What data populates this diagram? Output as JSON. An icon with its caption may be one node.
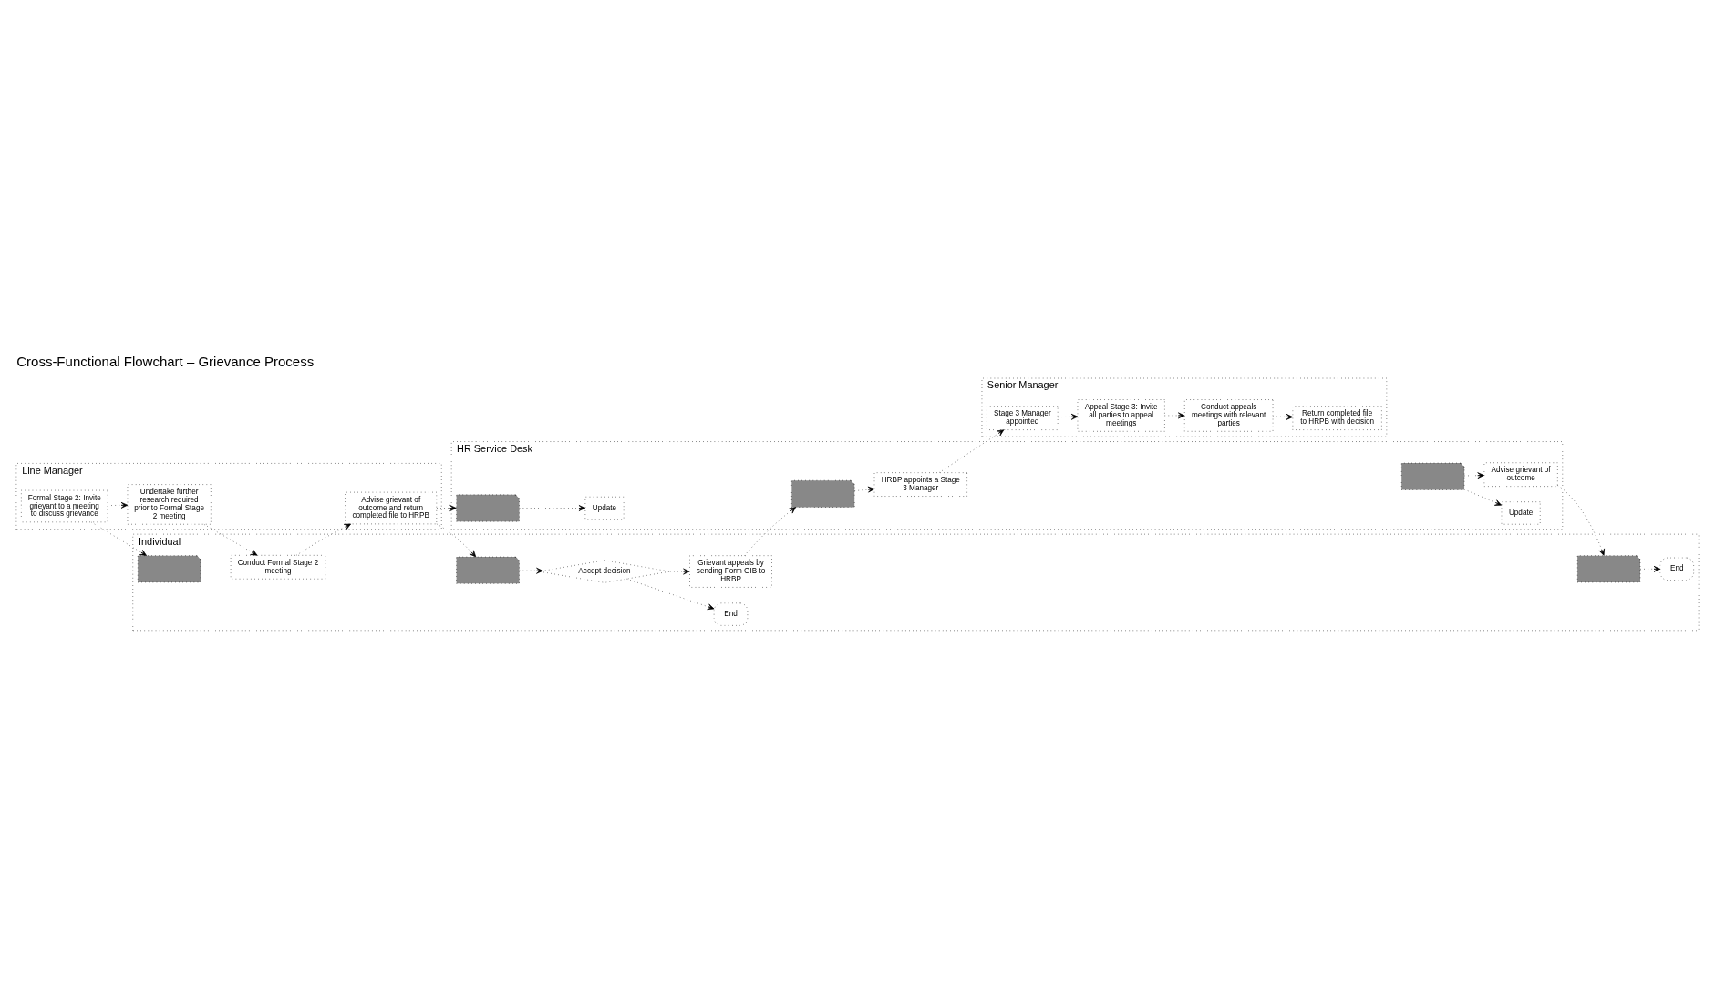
{
  "diagram": {
    "title": "Cross-Functional Flowchart – Grievance Process",
    "nodes": [
      {
        "text": [
          "Individual"
        ]
      },
      {
        "text": [
          "Line Manager"
        ]
      },
      {
        "text": [
          "HR Service Desk"
        ]
      },
      {
        "text": [
          "Senior Manager"
        ]
      },
      {
        "text": [],
        "shape": "document",
        "in": 0
      },
      {
        "text": [],
        "shape": "document",
        "in": 0
      },
      {
        "text": [
          "Accept decision"
        ],
        "in": 0
      },
      {
        "text": [
          "End"
        ],
        "in": 0
      },
      {
        "text": [
          "Grievant appeals by sending Form GIB to HRBP"
        ],
        "in": 0
      },
      {
        "text": [
          "End"
        ],
        "in": 0
      },
      {
        "text": [],
        "shape": "document",
        "in": 0
      },
      {
        "text": [
          "Conduct Formal Stage 2 meeting"
        ],
        "in": 0
      },
      {
        "text": [
          "Formal Stage 2: Invite grievant to a meeting to discuss grievance"
        ],
        "in": 1
      },
      {
        "text": [
          "Undertake further research required prior to Formal Stage 2 meeting"
        ],
        "in": 1
      },
      {
        "text": [
          "Advise grievant of outcome and return completed file to HRPB"
        ],
        "in": 1
      },
      {
        "text": [],
        "shape": "document",
        "in": 2
      },
      {
        "text": [
          "Update"
        ],
        "in": 2
      },
      {
        "text": [],
        "shape": "document",
        "in": 2
      },
      {
        "text": [
          "HRBP appoints a Stage 3 Manager"
        ],
        "in": 2
      },
      {
        "text": [
          "Update"
        ],
        "in": 2
      },
      {
        "text": [
          "Advise grievant of outcome"
        ],
        "in": 2
      },
      {
        "text": [],
        "shape": "document",
        "in": 2
      },
      {
        "text": [
          "Stage 3 Manager appointed"
        ],
        "in": 3
      },
      {
        "text": [
          "Appeal Stage 3: Invite all parties to appeal meetings"
        ],
        "in": 3
      },
      {
        "text": [
          "Conduct appeals meetings with relevant parties"
        ],
        "in": 3
      },
      {
        "text": [
          "Return completed file to HRPB with decision"
        ],
        "in": 3
      }
    ],
    "edges": [
      {
        "from": 12,
        "to": 4,
        "arrow": "to"
      },
      {
        "from": 12,
        "to": 13,
        "arrow": "to"
      },
      {
        "from": 13,
        "to": 11,
        "arrow": "to"
      },
      {
        "from": 11,
        "to": 14,
        "arrow": "to"
      },
      {
        "from": 14,
        "to": 5,
        "arrow": "to"
      },
      {
        "from": 14,
        "to": 15,
        "arrow": "to"
      },
      {
        "from": 5,
        "to": 6,
        "arrow": "to"
      },
      {
        "from": 6,
        "to": 7,
        "arrow": "to"
      },
      {
        "from": 6,
        "to": 8,
        "arrow": "to"
      },
      {
        "from": 8,
        "to": 17,
        "arrow": "to"
      },
      {
        "from": 15,
        "to": 16,
        "arrow": "to"
      },
      {
        "from": 17,
        "to": 18,
        "arrow": "to"
      },
      {
        "from": 18,
        "to": 22,
        "arrow": "to"
      },
      {
        "from": 22,
        "to": 23,
        "arrow": "to"
      },
      {
        "from": 23,
        "to": 24,
        "arrow": "to"
      },
      {
        "from": 24,
        "to": 25,
        "arrow": "to"
      },
      {
        "from": 21,
        "to": 19,
        "arrow": "to"
      },
      {
        "from": 21,
        "to": 20,
        "arrow": "to"
      },
      {
        "from": 20,
        "to": 10,
        "arrow": "to"
      },
      {
        "from": 10,
        "to": 9,
        "arrow": "to"
      }
    ]
  }
}
